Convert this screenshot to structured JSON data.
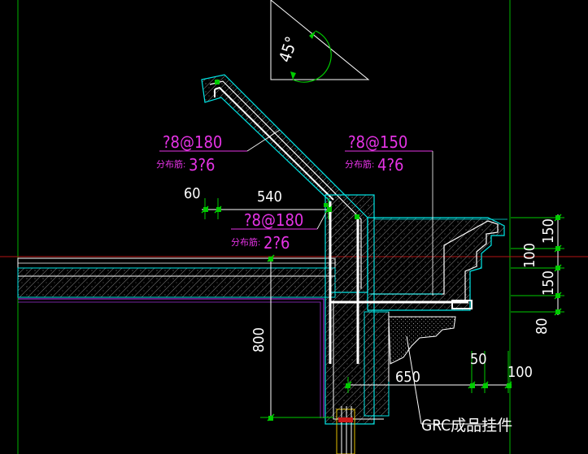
{
  "colors": {
    "background": "#000000",
    "dimension": "#ffffff",
    "annotation": "#e533e5",
    "guide": "#00cc00",
    "cyan": "#00e5e5",
    "hatch": "#8a8a8a",
    "purple": "#9a2fd0",
    "rebar": "#ffffff"
  },
  "angle_label": "45°",
  "rebar_labels": [
    {
      "main": "?8@180",
      "dist_prefix": "分布筋:",
      "dist_value": "3?6"
    },
    {
      "main": "?8@150",
      "dist_prefix": "分布筋:",
      "dist_value": "4?6"
    },
    {
      "main": "?8@180",
      "dist_prefix": "分布筋:",
      "dist_value": "2?6"
    }
  ],
  "dimensions": {
    "d60": "60",
    "d540": "540",
    "d800": "800",
    "d650": "650",
    "d50": "50",
    "d100b": "100",
    "r150a": "150",
    "r100": "100",
    "r150b": "150",
    "r80": "80"
  },
  "grc_label": "GRC成品挂件"
}
